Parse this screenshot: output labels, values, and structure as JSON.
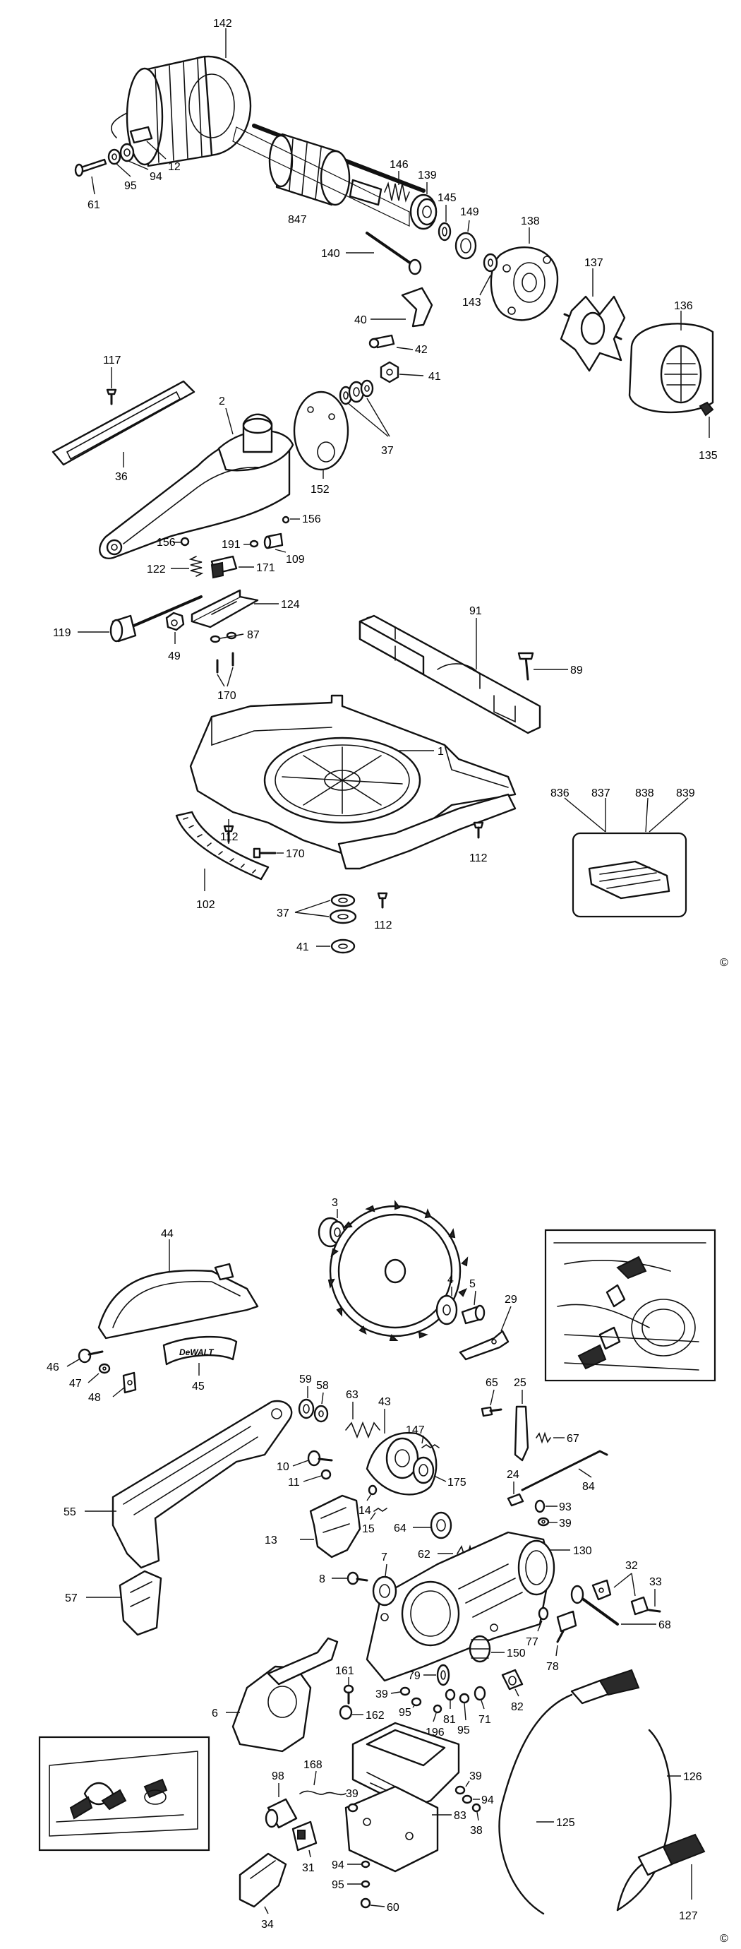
{
  "copyright_mark": "©",
  "labels": {
    "l142": "142",
    "l12": "12",
    "l94a": "94",
    "l95a": "95",
    "l61": "61",
    "l847": "847",
    "l146": "146",
    "l139": "139",
    "l145": "145",
    "l149": "149",
    "l138": "138",
    "l137": "137",
    "l136": "136",
    "l135": "135",
    "l140": "140",
    "l143": "143",
    "l40": "40",
    "l42": "42",
    "l41a": "41",
    "l37a": "37",
    "l152": "152",
    "l117": "117",
    "l2": "2",
    "l36": "36",
    "l156a": "156",
    "l156b": "156",
    "l191": "191",
    "l109": "109",
    "l122": "122",
    "l171": "171",
    "l124": "124",
    "l119": "119",
    "l49": "49",
    "l87": "87",
    "l170a": "170",
    "l91": "91",
    "l89": "89",
    "l1": "1",
    "l836": "836",
    "l837": "837",
    "l838": "838",
    "l839": "839",
    "l112a": "112",
    "l112b": "112",
    "l170b": "170",
    "l102": "102",
    "l37b": "37",
    "l112c": "112",
    "l41b": "41",
    "l44": "44",
    "l3": "3",
    "l4": "4",
    "l5": "5",
    "l29": "29",
    "l46": "46",
    "l47": "47",
    "l48": "48",
    "l45": "45",
    "l59": "59",
    "l58": "58",
    "l63": "63",
    "l43": "43",
    "l147": "147",
    "l65": "65",
    "l25": "25",
    "l67": "67",
    "l10": "10",
    "l11": "11",
    "l175": "175",
    "l24": "24",
    "l84": "84",
    "l93": "93",
    "l39a": "39",
    "l55": "55",
    "l14": "14",
    "l15": "15",
    "l64": "64",
    "l13": "13",
    "l62": "62",
    "l130": "130",
    "l7": "7",
    "l8": "8",
    "l32": "32",
    "l33": "33",
    "l57": "57",
    "l68": "68",
    "l77": "77",
    "l78": "78",
    "l150": "150",
    "l161": "161",
    "l79": "79",
    "l39b": "39",
    "l95b": "95",
    "l81": "81",
    "l6": "6",
    "l162": "162",
    "l196": "196",
    "l95c": "95",
    "l71": "71",
    "l82": "82",
    "l98": "98",
    "l168": "168",
    "l39c": "39",
    "l94b": "94",
    "l125": "125",
    "l126": "126",
    "l31": "31",
    "l83": "83",
    "l38": "38",
    "l94c": "94",
    "l34": "34",
    "l95d": "95",
    "l60": "60",
    "l127": "127"
  },
  "brand_logo_text": "DeWALT"
}
